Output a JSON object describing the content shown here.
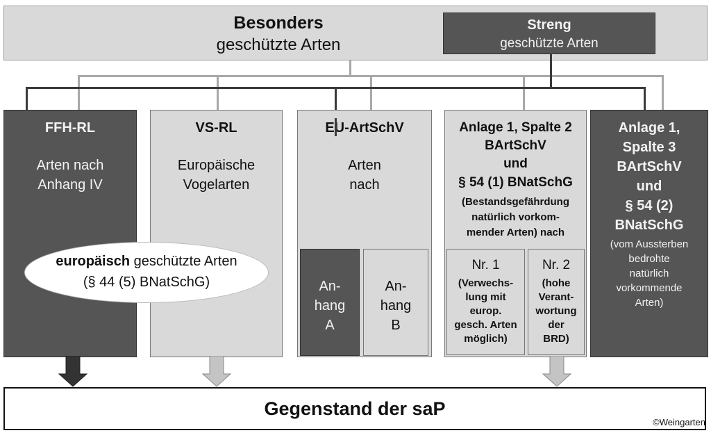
{
  "top": {
    "besonders_line1": "Besonders",
    "besonders_line2": "geschützte Arten",
    "streng_line1": "Streng",
    "streng_line2": "geschützte Arten"
  },
  "ffh": {
    "title": "FFH-RL",
    "line1": "Arten nach",
    "line2": "Anhang IV"
  },
  "vs": {
    "title": "VS-RL",
    "line1": "Europäische",
    "line2": "Vogelarten"
  },
  "eu": {
    "title": "EU-ArtSchV",
    "line1": "Arten",
    "line2": "nach",
    "a_line1": "An-",
    "a_line2": "hang",
    "a_line3": "A",
    "b_line1": "An-",
    "b_line2": "hang",
    "b_line3": "B"
  },
  "anlage2": {
    "line1": "Anlage 1, Spalte 2",
    "line2": "BArtSchV",
    "line3": "und",
    "line4": "§ 54 (1) BNatSchG",
    "note1": "(Bestandsgefährdung",
    "note2": "natürlich vorkom-",
    "note3": "mender Arten) nach",
    "nr1": [
      "Nr. 1",
      "(Verwechs-",
      "lung mit",
      "europ.",
      "gesch. Arten",
      "möglich)"
    ],
    "nr2": [
      "Nr. 2",
      "(hohe",
      "Verant-",
      "wortung",
      "der",
      "BRD)"
    ]
  },
  "anlage3": {
    "line1": "Anlage 1,",
    "line2": "Spalte 3",
    "line3": "BArtSchV",
    "line4": "und",
    "line5": "§ 54 (2)",
    "line6": "BNatSchG",
    "note1": "(vom Aussterben",
    "note2": "bedrohte",
    "note3": "natürlich",
    "note4": "vorkommende",
    "note5": "Arten)"
  },
  "ellipse": {
    "bold": "europäisch",
    "rest": " geschützte Arten",
    "line2": "(§ 44 (5) BNatSchG)"
  },
  "bottom": {
    "title": "Gegenstand der saP"
  },
  "credit": "©Weingarten",
  "colors": {
    "dark": "#555555",
    "light": "#d9d9d9",
    "line": "#a8a8a8",
    "arrow_dark": "#333333",
    "arrow_light": "#b8b8b8"
  }
}
